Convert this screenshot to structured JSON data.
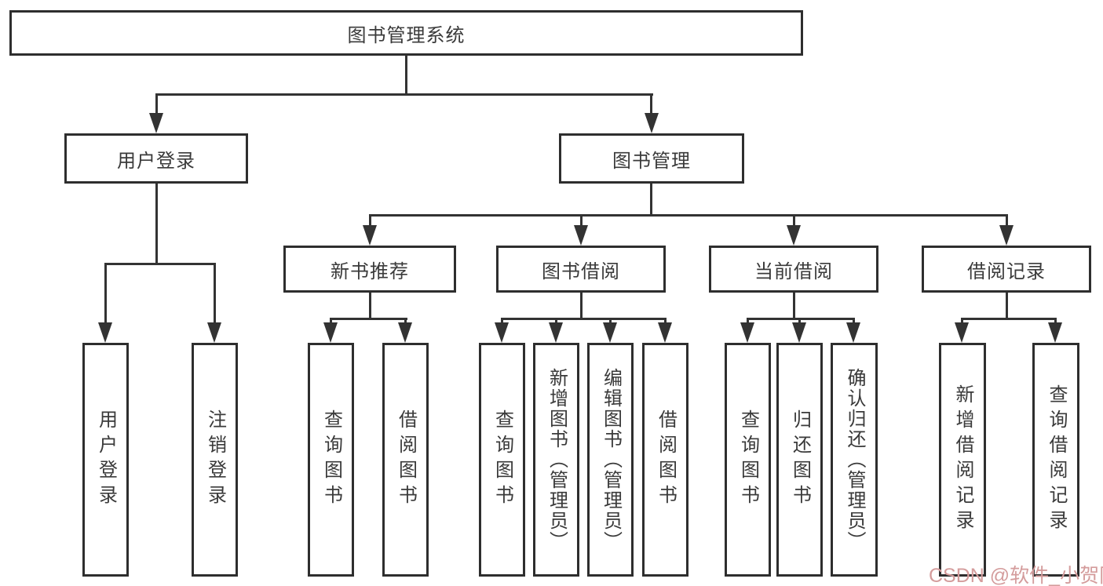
{
  "diagram_title": "图书管理系统",
  "tree": {
    "root": "图书管理系统",
    "children": [
      {
        "label": "用户登录",
        "leaves": [
          "用户登录",
          "注销登录"
        ]
      },
      {
        "label": "图书管理",
        "children": [
          {
            "label": "新书推荐",
            "leaves": [
              "查询图书",
              "借阅图书"
            ]
          },
          {
            "label": "图书借阅",
            "leaves": [
              "查询图书",
              "新增图书（管理员）",
              "编辑图书（管理员）",
              "借阅图书"
            ]
          },
          {
            "label": "当前借阅",
            "leaves": [
              "查询图书",
              "归还图书",
              "确认归还（管理员）"
            ]
          },
          {
            "label": "借阅记录",
            "leaves": [
              "新增借阅记录",
              "查询借阅记录"
            ]
          }
        ]
      }
    ]
  },
  "watermark": {
    "text": "CSDN @软件_小贺同学"
  },
  "colors": {
    "line": "#333333",
    "box_border": "#2e2e2e",
    "text": "#3a3a3a",
    "watermark": "#d49c9c",
    "background": "#ffffff"
  }
}
